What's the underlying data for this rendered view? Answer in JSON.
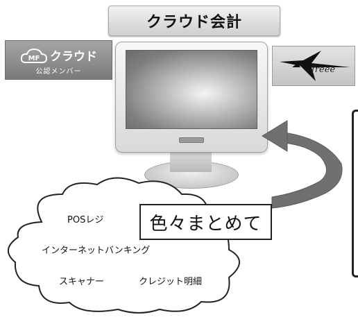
{
  "title": "クラウド会計",
  "mf_badge": {
    "brand": "クラウド",
    "logo_letters": "MF",
    "subtitle": "公認メンバー"
  },
  "freee_badge": {
    "brand": "freee"
  },
  "callout": "色々まとめて",
  "sources": [
    "POSレジ",
    "インターネットバンキング",
    "スキャナー",
    "クレジット明細"
  ],
  "colors": {
    "badge_gray": "#8c8c8c",
    "arrow_gray": "#6f6f6f",
    "text": "#111111"
  }
}
